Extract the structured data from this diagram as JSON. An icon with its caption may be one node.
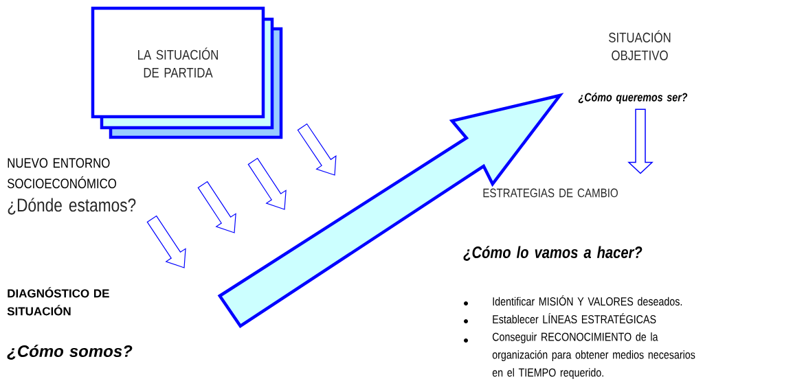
{
  "diagram": {
    "nodes": [
      {
        "text": [
          "LA SITUACIÓN DE PARTIDA"
        ]
      },
      {
        "text": [
          "SITUACIÓN OBJETIVO"
        ]
      },
      {
        "text": [
          "¿Cómo queremos ser?"
        ]
      },
      {
        "text": [
          "ESTRATEGIAS DE CAMBIO"
        ]
      }
    ],
    "edges": [
      {
        "from": null,
        "to": 2,
        "arrow": "to",
        "style": "thick"
      },
      {
        "from": 2,
        "to": 3,
        "arrow": "to"
      }
    ],
    "labels": [
      "NUEVO ENTORNO SOCIOECONÓMICO",
      "¿Dónde estamos?",
      "DIAGNÓSTICO DE SITUACIÓN",
      "¿Cómo somos?",
      "¿Cómo lo vamos a hacer?",
      "Identificar MISIÓN Y VALORES deseados.",
      "Establecer LÍNEAS ESTRATÉGICAS",
      "Conseguir RECONOCIMIENTO de la organización para obtener medios necesarios en el TIEMPO requerido."
    ]
  }
}
